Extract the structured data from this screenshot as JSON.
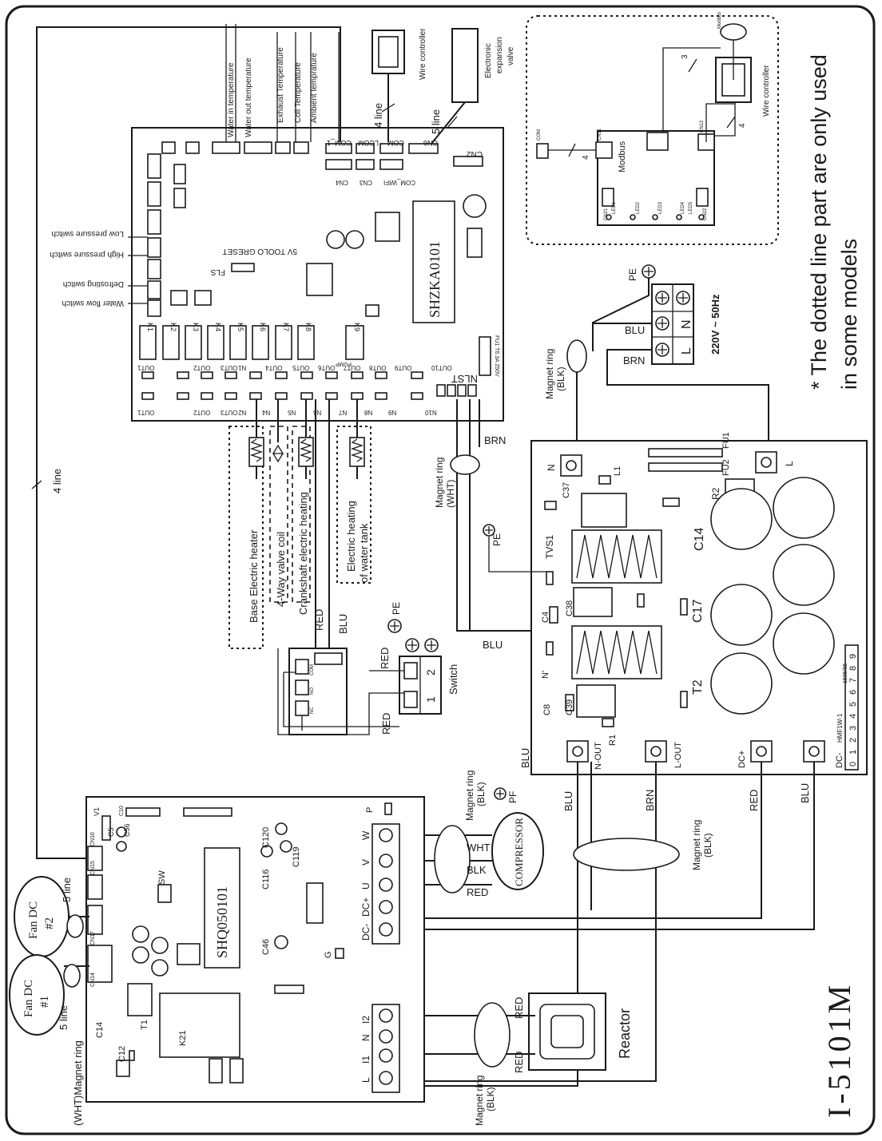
{
  "main_board": {
    "code": "SHZKA0101",
    "fls_label": "FLS",
    "reset_label": "5V TOOLO GRESET",
    "sensor_labels": [
      "Water in temperature",
      "Water out temperature",
      "Exhaust Temperature",
      "Coil Temperature",
      "Ambient temprature"
    ],
    "switch_labels": [
      "Low pressure switch",
      "High pressure switch",
      "Defrosting switch",
      "Water flow switch"
    ],
    "relay_labels": [
      "K1",
      "K2",
      "K3",
      "K4",
      "K5",
      "K6",
      "K7",
      "K8",
      "K9"
    ],
    "top_out_labels": [
      "OUT1",
      "OUT2",
      "OUT3",
      "N1",
      "OUT4",
      "OUT5",
      "OUT6",
      "OUT7",
      "OUT8",
      "OUT9",
      "OUT10"
    ],
    "bottom_out_labels": [
      "OUT1",
      "OUT2",
      "OUT3",
      "N2",
      "N4",
      "N5",
      "N6",
      "N7",
      "N8",
      "N9",
      "N10"
    ],
    "cn_labels": [
      "CN6",
      "COM",
      "LCOM",
      "COM_1",
      "CN4",
      "CN3",
      "COM_WIFI",
      "CN2"
    ],
    "nlst_label": "NLST",
    "fuse_label": "FU1 T6.3A 250V",
    "pump_label": "PUMP"
  },
  "peripherals": {
    "wire_controller": "Wire controller",
    "four_line": "4 line",
    "five_line": "5 line",
    "eev": [
      "Electronic",
      "expansion",
      "valve"
    ],
    "loads": [
      "Base Electric heater",
      "4-Way valve coil",
      "Crankshaft electric heating",
      "Electric heating",
      "of water tank"
    ],
    "red": "RED",
    "blu": "BLU",
    "brn": "BRN",
    "pe": "PE",
    "pf": "PF",
    "switch": "Switch",
    "switch_terms": [
      "1",
      "2"
    ],
    "relay_terms": [
      "COM",
      "NO",
      "NC"
    ]
  },
  "optional_box": {
    "modbus": "Modbus",
    "wire_controller": "Wire controller",
    "four": "4",
    "three": "3",
    "com": "COM",
    "cn_labels": [
      "CN11",
      "CN12",
      "CN21",
      "CN22"
    ],
    "led_labels": [
      "LED1",
      "LED2",
      "LED3",
      "LED4",
      "LED5"
    ],
    "note_line1": "* The dotted line part are only used",
    "note_line2": "in some models"
  },
  "power": {
    "label": "220V ~ 50Hz",
    "terms": [
      "L",
      "N",
      "PE"
    ],
    "magnet_ring_blk": [
      "Magnet ring",
      "(BLK)"
    ],
    "magnet_ring_wht": [
      "Magnet ring",
      "(WHT)"
    ],
    "blu": "BLU",
    "brn": "BRN"
  },
  "filter_board": {
    "components": [
      "C37",
      "L1",
      "FU2",
      "FU1",
      "R2",
      "TVS1",
      "C14",
      "C38",
      "C4",
      "C17",
      "C8",
      "C39",
      "T2",
      "R1",
      "N'"
    ],
    "terminals": [
      "N",
      "L",
      "N-OUT",
      "L-OUT",
      "DC+",
      "DC-"
    ],
    "model": "HMF1W-1",
    "date": "1505/05",
    "digits": [
      "0",
      "1",
      "2",
      "3",
      "4",
      "5",
      "6",
      "7",
      "8",
      "9"
    ]
  },
  "drive_board": {
    "code": "SHQ050101",
    "components": [
      "C120",
      "C119",
      "C116",
      "C46",
      "C5",
      "C56",
      "C10",
      "V1",
      "SW",
      "G",
      "T1",
      "K21",
      "C14",
      "C12"
    ],
    "uvw": [
      "W",
      "V",
      "U",
      "DC+",
      "DC-"
    ],
    "ac_terms": [
      "L",
      "I1",
      "N",
      "I2"
    ],
    "p_label": "P",
    "cn_labels": [
      "CN16",
      "CN15",
      "CN14",
      "CN17"
    ]
  },
  "compressor": {
    "label": "COMPRESSOR",
    "wires": [
      "WHT",
      "BLK",
      "RED"
    ]
  },
  "fans": {
    "fan1": [
      "Fan DC",
      "#1"
    ],
    "fan2": [
      "Fan DC",
      "#2"
    ],
    "five_line": "5 line",
    "magnet_ring_wht": "(WHT)Magnet ring"
  },
  "reactor": {
    "label": "Reactor",
    "wires": [
      "RED",
      "RED"
    ],
    "magnet_ring_blk": [
      "Magnet ring",
      "(BLK)"
    ]
  },
  "drive_wires": {
    "blu": "BLU",
    "brn": "BRN",
    "red": "RED",
    "magnet_ring_blk": [
      "Magnet ring",
      "(BLK)"
    ]
  },
  "model_number": "I-5101M"
}
